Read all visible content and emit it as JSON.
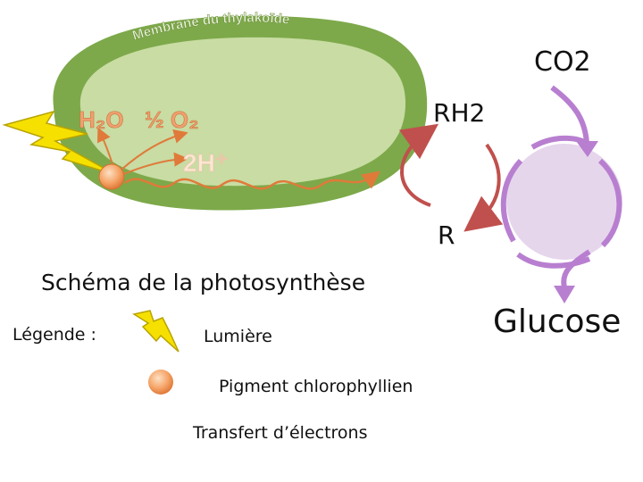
{
  "diagram": {
    "membrane_label": "Membrane du thylakoïde",
    "h2o_label": "H₂O",
    "half_o2_label": "½ O₂",
    "two_h_label": "2H⁺",
    "co2_label": "CO2",
    "rh2_label": "RH2",
    "r_label": "R",
    "glucose_label": "Glucose",
    "title": "Schéma de la photosynthèse",
    "legend": {
      "heading": "Légende :",
      "light_label": "Lumière",
      "pigment_label": "Pigment chlorophyllien",
      "electron_label": "Transfert d’électrons"
    }
  },
  "colors": {
    "membrane_outer": "#7da94a",
    "membrane_inner": "#c8dca3",
    "membrane_text": "#e8f0d8",
    "h2o_orange": "#f0a070",
    "two_h_pale": "#fbe7d3",
    "bolt_yellow": "#f5e000",
    "pigment_orange": "#f4a460",
    "redox_arrow": "#c0504d",
    "calvin_purple": "#b87fd0",
    "calvin_fill": "#e6d6ec"
  }
}
